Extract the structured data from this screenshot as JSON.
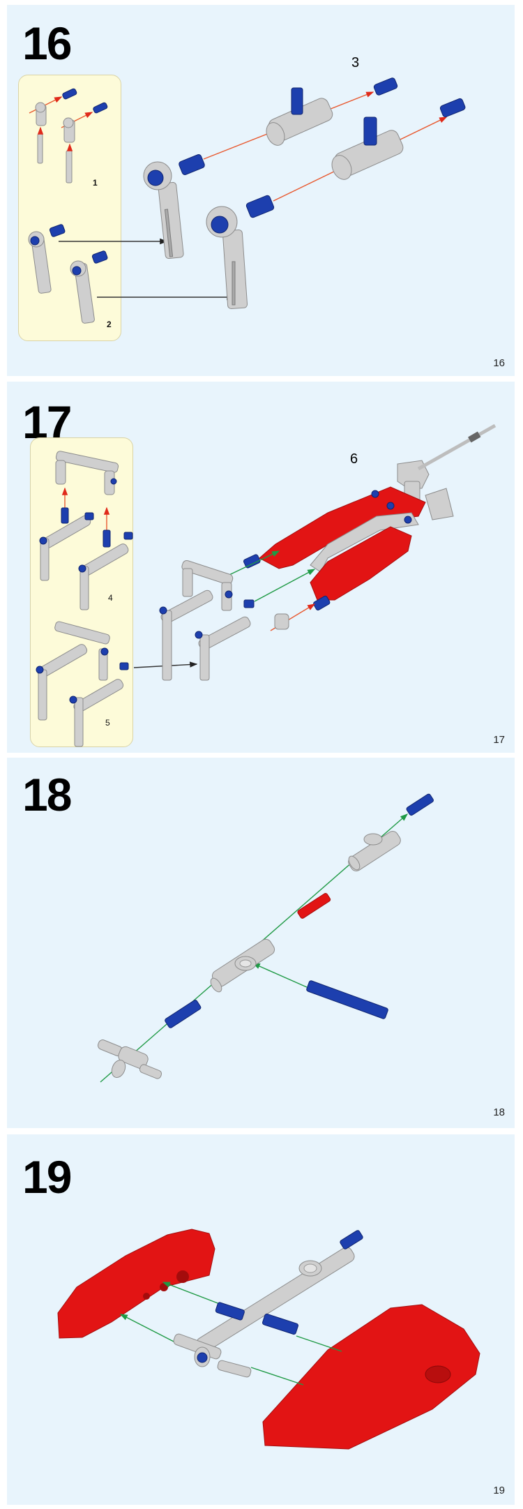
{
  "steps": [
    {
      "number": "16",
      "quantity": "3",
      "page": "16",
      "sub_steps": [
        "1",
        "2"
      ]
    },
    {
      "number": "17",
      "quantity": "6",
      "page": "17",
      "sub_steps": [
        "4",
        "5"
      ]
    },
    {
      "number": "18",
      "page": "18"
    },
    {
      "number": "19",
      "page": "19"
    }
  ],
  "colors": {
    "panel_bg": "#e8f4fc",
    "inset_bg": "#fdfbd9",
    "part_gray": "#cfcfcf",
    "part_blue": "#1d3fae",
    "part_red": "#e21414",
    "arrow_red": "#e8582e",
    "arrow_green": "#1f9a45"
  }
}
